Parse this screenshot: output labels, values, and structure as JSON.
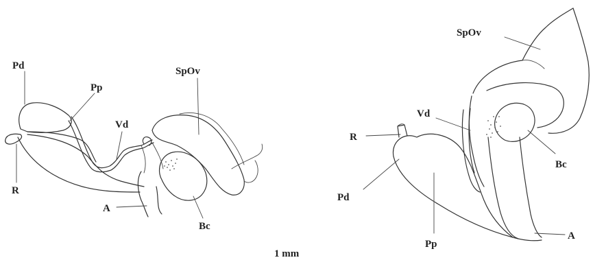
{
  "left_figure": {
    "labels": {
      "pd": "Pd",
      "pp": "Pp",
      "vd": "Vd",
      "spov": "SpOv",
      "r": "R",
      "a": "A",
      "bc": "Bc"
    }
  },
  "right_figure": {
    "labels": {
      "spov": "SpOv",
      "vd": "Vd",
      "r": "R",
      "bc": "Bc",
      "pd": "Pd",
      "pp": "Pp",
      "a": "A"
    }
  },
  "scale_bar": {
    "label": "1 mm"
  }
}
